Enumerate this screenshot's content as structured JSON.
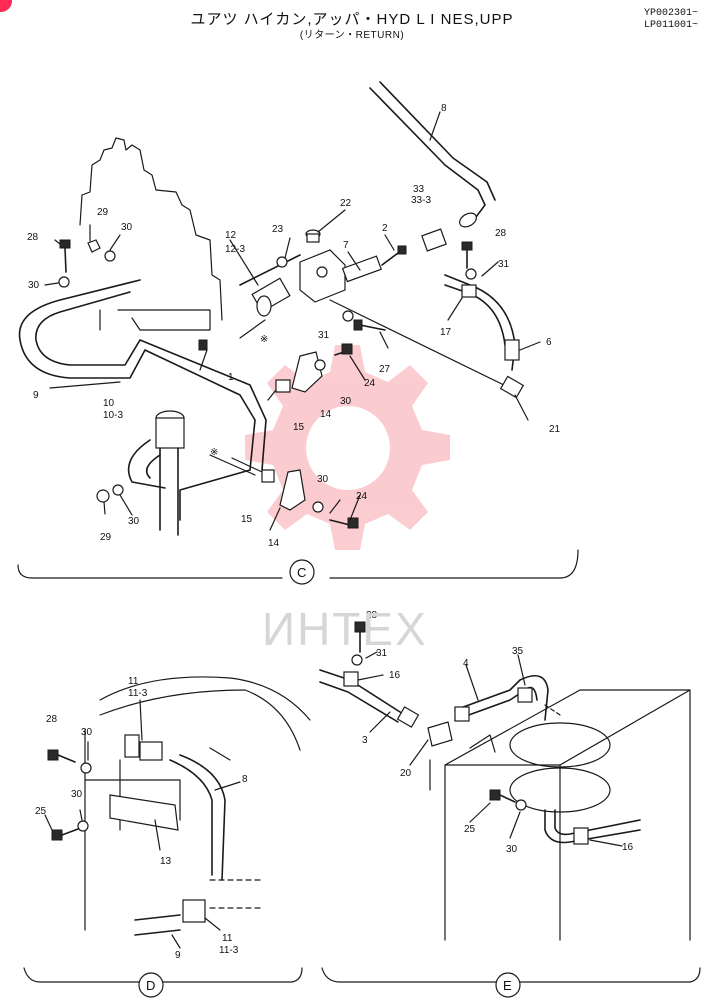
{
  "header": {
    "title": "ユアツ ハイカン,アッパ・HYD L I NES,UPP",
    "subtitle": "(リターン・RETURN)",
    "serial_1": "YP002301~",
    "serial_2": "LP011001~"
  },
  "watermark": {
    "text": "ИНТЕХ",
    "color": "#f04a55"
  },
  "sections": {
    "c": "C",
    "d": "D",
    "e": "E"
  },
  "callouts_c": {
    "p28": "28",
    "p29a": "29",
    "p30a": "30",
    "p30b": "30",
    "p12": "12",
    "p12_3": "12-3",
    "p23": "23",
    "p22": "22",
    "p2": "2",
    "p33": "33",
    "p33_3": "33-3",
    "p8": "8",
    "p28b": "28",
    "p31a": "31",
    "p7": "7",
    "p31b": "31",
    "p27": "27",
    "p17": "17",
    "p6": "6",
    "p1": "1",
    "p9": "9",
    "p10": "10",
    "p10_3": "10-3",
    "p15a": "15",
    "p14a": "14",
    "p30c": "30",
    "p24a": "24",
    "p21": "21",
    "p15b": "15",
    "p14b": "14",
    "p30d": "30",
    "p24b": "24",
    "p29b": "29",
    "p30e": "30",
    "mark1": "※",
    "mark2": "※"
  },
  "callouts_d": {
    "p11": "11",
    "p11_3": "11-3",
    "p28": "28",
    "p30a": "30",
    "p8": "8",
    "p30b": "30",
    "p25": "25",
    "p13": "13",
    "p9": "9",
    "p11b": "11",
    "p11_3b": "11-3"
  },
  "callouts_e": {
    "p28": "28",
    "p31": "31",
    "p16a": "16",
    "p4": "4",
    "p35": "35",
    "p3": "3",
    "p20": "20",
    "p25": "25",
    "p30": "30",
    "p16b": "16"
  }
}
